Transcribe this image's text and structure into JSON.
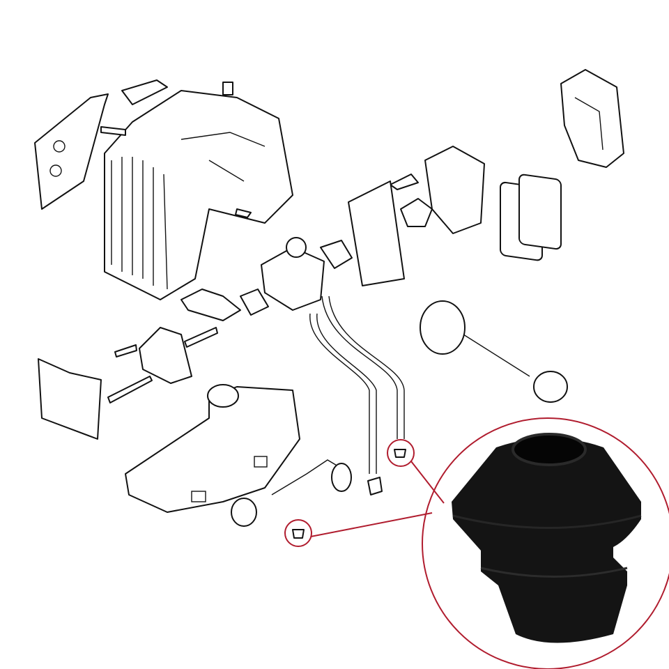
{
  "diagram": {
    "type": "exploded-parts-diagram",
    "highlight_color": "#b01c2e",
    "line_color": "#111111",
    "background": "#ffffff",
    "parts": [
      "engine-shroud",
      "cover-plate",
      "air-filter-housing",
      "air-filter",
      "carburetor",
      "gaskets",
      "fuel-lines",
      "fuel-tank",
      "starter",
      "grommet"
    ],
    "highlighted_part": "grommet",
    "inset": {
      "photo": "grommet",
      "photo_color": "#141414"
    }
  }
}
